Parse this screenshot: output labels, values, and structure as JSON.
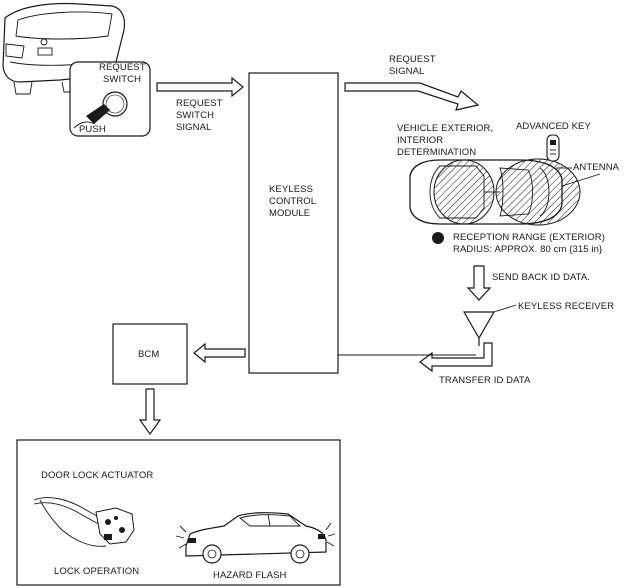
{
  "labels": {
    "request_switch_1": "REQUEST",
    "request_switch_2": "SWITCH",
    "push": "PUSH",
    "request_switch_signal_1": "REQUEST",
    "request_switch_signal_2": "SWITCH",
    "request_switch_signal_3": "SIGNAL",
    "keyless_module_1": "KEYLESS",
    "keyless_module_2": "CONTROL",
    "keyless_module_3": "MODULE",
    "request_signal_1": "REQUEST",
    "request_signal_2": "SIGNAL",
    "vehicle_determination_1": "VEHICLE EXTERIOR,",
    "vehicle_determination_2": "INTERIOR",
    "vehicle_determination_3": "DETERMINATION",
    "advanced_key": "ADVANCED KEY",
    "antenna": "ANTENNA",
    "reception_range_1": "RECEPTION RANGE (EXTERIOR)",
    "reception_range_2": "RADIUS: APPROX. 80 cm {315 in}",
    "send_back_id": "SEND BACK ID DATA.",
    "keyless_receiver": "KEYLESS RECEIVER",
    "bcm": "BCM",
    "transfer_id": "TRANSFER ID DATA",
    "door_lock_actuator": "DOOR LOCK ACTUATOR",
    "lock_operation": "LOCK OPERATION",
    "hazard_flash": "HAZARD FLASH"
  }
}
